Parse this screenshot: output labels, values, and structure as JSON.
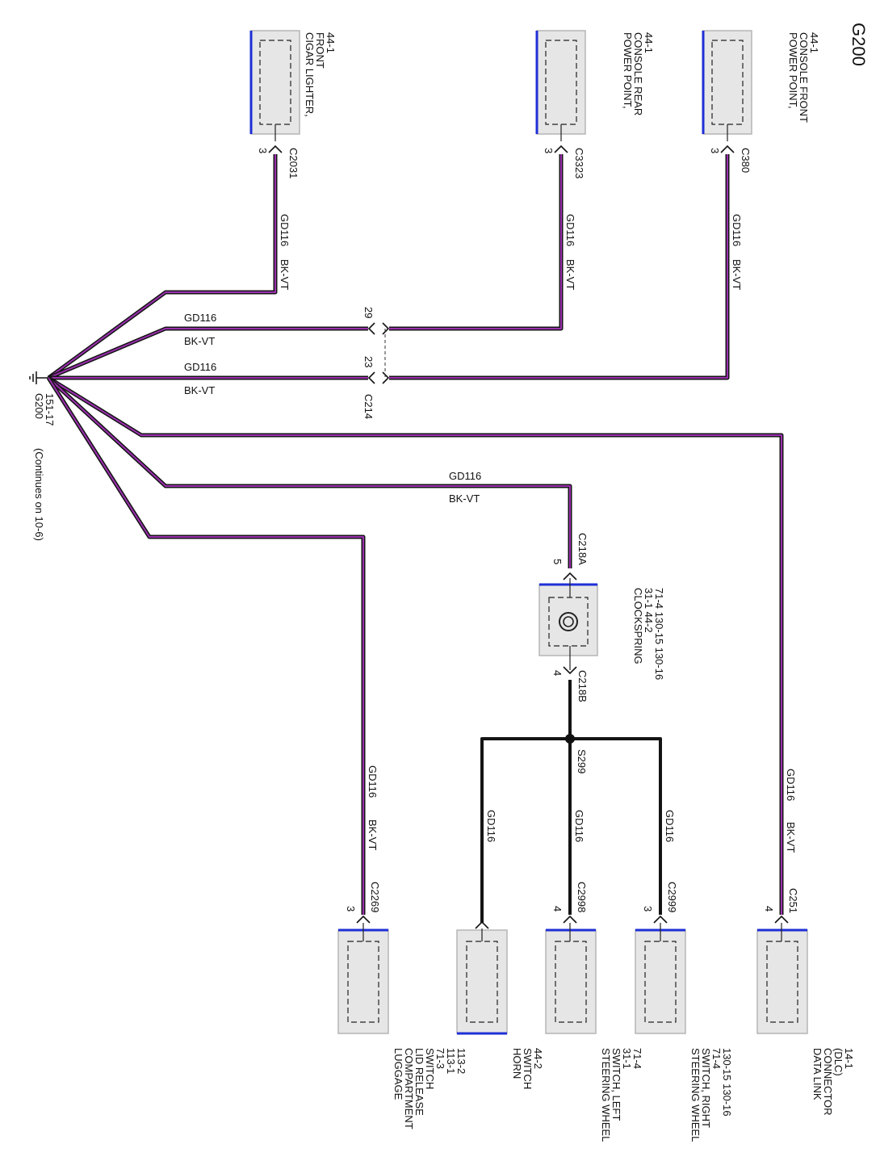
{
  "diagram_title": "G200",
  "ground": {
    "name": "G200",
    "ref": "151-17",
    "note": "(Continues on 10-6)"
  },
  "components": {
    "cigar_lighter": {
      "lines": [
        "CIGAR LIGHTER,",
        "FRONT",
        "44-1"
      ]
    },
    "power_point_rear": {
      "lines": [
        "POWER POINT,",
        "CONSOLE REAR",
        "44-1"
      ]
    },
    "power_point_front": {
      "lines": [
        "POWER POINT,",
        "CONSOLE FRONT",
        "44-1"
      ]
    },
    "clockspring": {
      "lines": [
        "CLOCKSPRING",
        "31-1    44-2",
        "71-4    130-15  130-16"
      ]
    },
    "luggage_switch": {
      "lines": [
        "LUGGAGE",
        "COMPARTMENT",
        "LID RELEASE",
        "SWITCH",
        "71-3",
        "113-1",
        "113-2"
      ]
    },
    "horn_switch": {
      "lines": [
        "HORN",
        "SWITCH",
        "44-2"
      ]
    },
    "sw_switch_left": {
      "lines": [
        "STEERING WHEEL",
        "SWITCH, LEFT",
        "31-1",
        "71-4"
      ]
    },
    "sw_switch_right": {
      "lines": [
        "STEERING WHEEL",
        "SWITCH, RIGHT",
        "71-4",
        "130-15    130-16"
      ]
    },
    "dlc": {
      "lines": [
        "DATA LINK",
        "CONNECTOR",
        "(DLC)",
        "14-1"
      ]
    }
  },
  "connectors": {
    "c2031": {
      "name": "C2031",
      "pin": "3"
    },
    "c3323": {
      "name": "C3323",
      "pin": "3"
    },
    "c380": {
      "name": "C380",
      "pin": "3"
    },
    "c214": {
      "name": "C214",
      "pin_a": "29",
      "pin_b": "23"
    },
    "c218a": {
      "name": "C218A",
      "pin": "5"
    },
    "c218b": {
      "name": "C218B",
      "pin": "4"
    },
    "s299": {
      "name": "S299"
    },
    "c2269": {
      "name": "C2269",
      "pin": "3"
    },
    "c2998": {
      "name": "C2998",
      "pin": "4"
    },
    "c2999": {
      "name": "C2999",
      "pin": "3"
    },
    "c251": {
      "name": "C251",
      "pin": "4"
    }
  },
  "wires": {
    "circuit": "GD116",
    "color": "BK-VT"
  },
  "colors": {
    "wire_outer": "#141414",
    "wire_inner": "#9b2fae",
    "component_border": "#1f2fd6",
    "component_fill": "#e6e6e6"
  }
}
